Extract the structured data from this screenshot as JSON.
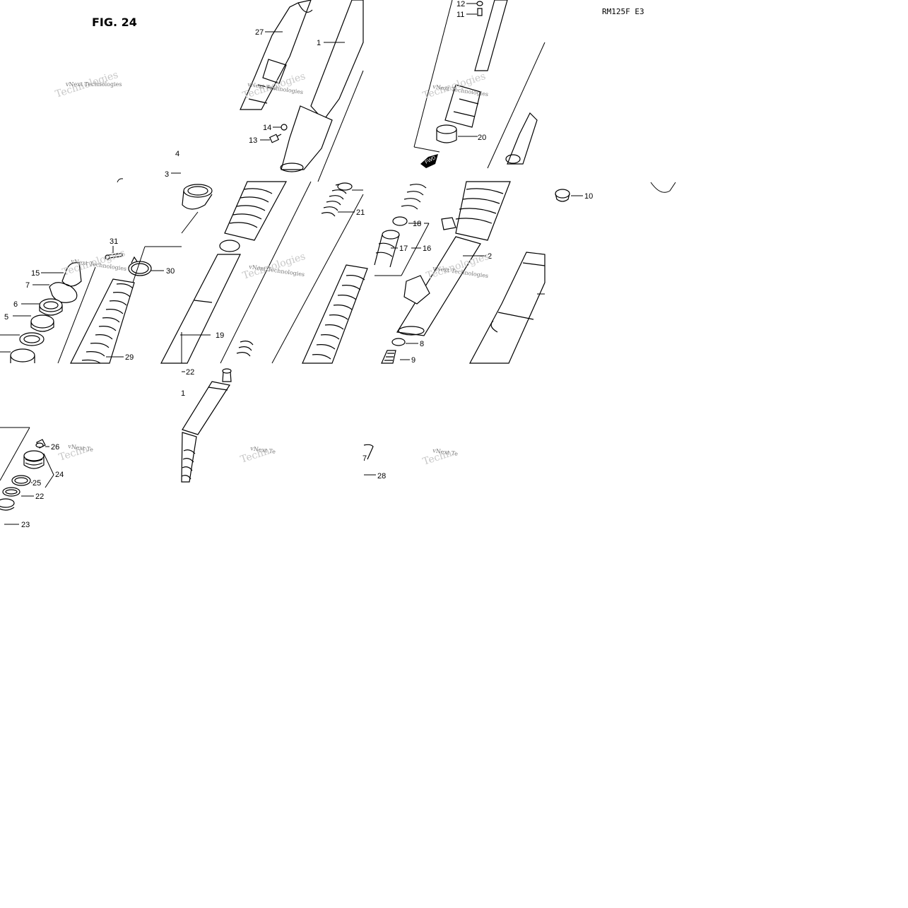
{
  "figure": {
    "title": "FIG. 24",
    "model": "RM125F E3"
  },
  "watermark": {
    "line1": "vNext Technologies",
    "line2": "Technologies",
    "short": "vNext Te",
    "short2": "Techn"
  },
  "fwd_label": "FWD",
  "labels": {
    "n1": "1",
    "n1b": "1",
    "n2": "2",
    "n3": "3",
    "n4": "4",
    "n5": "5",
    "n6": "6",
    "n7": "7",
    "n7b": "7",
    "n8": "8",
    "n9": "9",
    "n10": "10",
    "n11": "11",
    "n12": "12",
    "n13": "13",
    "n14": "14",
    "n15": "15",
    "n16": "16",
    "n17": "17",
    "n18": "18",
    "n19": "19",
    "n20": "20",
    "n21": "21",
    "n22": "22",
    "n22b": "22",
    "n23": "23",
    "n24": "24",
    "n25": "25",
    "n26": "26",
    "n27": "27",
    "n28": "28",
    "n29": "29",
    "n30": "30",
    "n31": "31"
  }
}
